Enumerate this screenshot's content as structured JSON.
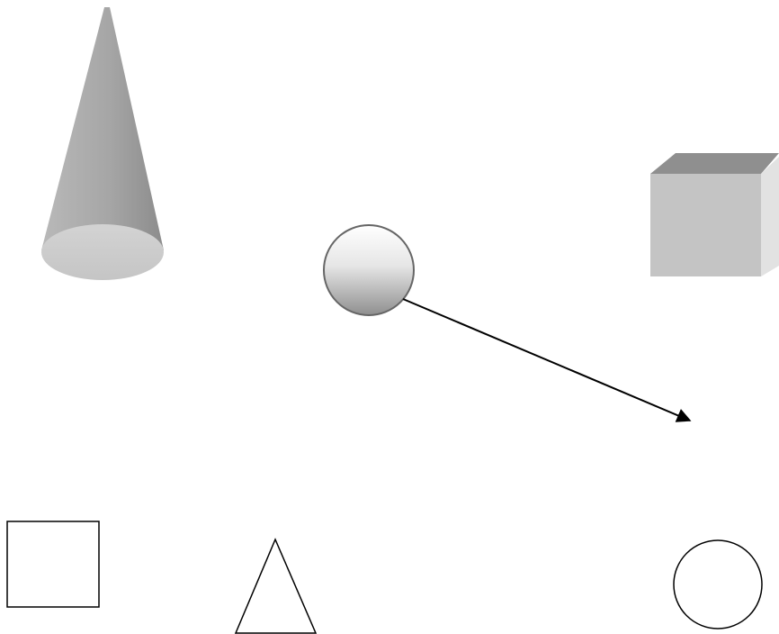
{
  "shapes": [
    {
      "id": "cone",
      "kind": "3d-cone"
    },
    {
      "id": "cube",
      "kind": "3d-cube"
    },
    {
      "id": "sphere",
      "kind": "3d-sphere"
    },
    {
      "id": "arrow",
      "kind": "arrow"
    },
    {
      "id": "square",
      "kind": "2d-square"
    },
    {
      "id": "triangle",
      "kind": "2d-triangle"
    },
    {
      "id": "circle",
      "kind": "2d-circle"
    }
  ],
  "colors": {
    "background": "#ffffff",
    "outline": "#000000",
    "sphere_outline": "#666666",
    "solid_light": "#d6d6d6",
    "solid_mid": "#bdbdbd",
    "solid_dark": "#8f8f8f"
  }
}
